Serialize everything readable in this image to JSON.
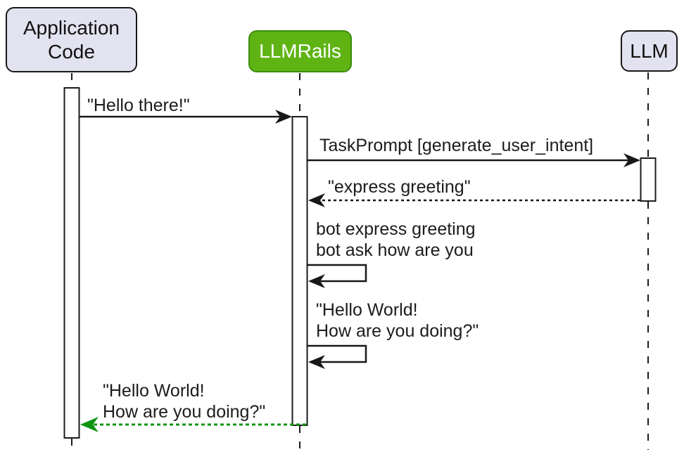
{
  "diagram": {
    "type": "sequence-diagram",
    "participants": {
      "app": {
        "label": "Application\nCode"
      },
      "rails": {
        "label": "LLMRails"
      },
      "llm": {
        "label": "LLM"
      }
    },
    "messages": {
      "hello_there": {
        "label": "\"Hello there!\"",
        "from": "Application Code",
        "to": "LLMRails",
        "kind": "solid-arrow"
      },
      "task_prompt": {
        "label": "TaskPrompt [generate_user_intent]",
        "from": "LLMRails",
        "to": "LLM",
        "kind": "solid-arrow"
      },
      "express_greeting": {
        "label": "\"express greeting\"",
        "from": "LLM",
        "to": "LLMRails",
        "kind": "dotted-return"
      },
      "bot_intent": {
        "label": "bot express greeting\nbot ask how are you",
        "from": "LLMRails",
        "to": "LLMRails",
        "kind": "self-message"
      },
      "bot_utterance": {
        "label": "\"Hello World!\nHow are you doing?\"",
        "from": "LLMRails",
        "to": "LLMRails",
        "kind": "self-message"
      },
      "final_response": {
        "label": "\"Hello World!\nHow are you doing?\"",
        "from": "LLMRails",
        "to": "Application Code",
        "kind": "dotted-return-green"
      }
    },
    "colors": {
      "background": "#FFFFFF",
      "participant_fill": "#E2E2F0",
      "participant_border": "#181818",
      "rails_fill": "#5FB414",
      "rails_border": "#3D8C0C",
      "rails_text": "#FFFFFF",
      "message_line": "#181818",
      "return_arrow_green": "#0D9410"
    }
  }
}
